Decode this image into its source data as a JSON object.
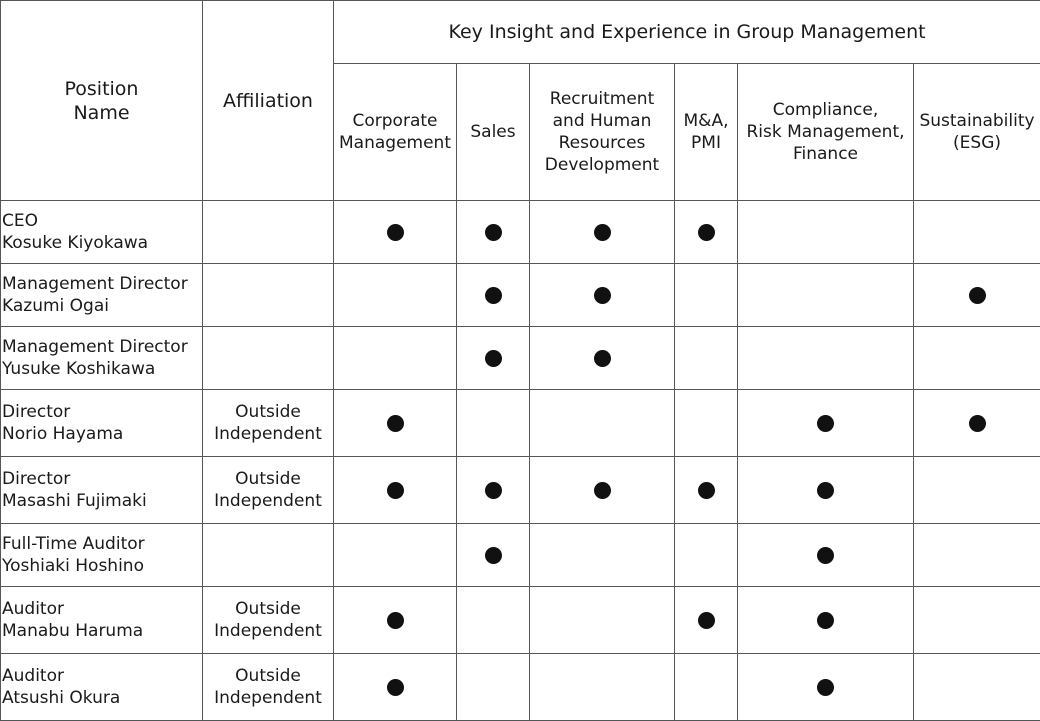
{
  "headers": {
    "position_name": [
      "Position",
      "Name"
    ],
    "affiliation": "Affiliation",
    "group": "Key Insight and Experience in Group Management",
    "columns": [
      {
        "key": "corporate_management",
        "lines": [
          "Corporate",
          "Management"
        ]
      },
      {
        "key": "sales",
        "lines": [
          "Sales"
        ]
      },
      {
        "key": "recruitment",
        "lines": [
          "Recruitment",
          "and Human",
          "Resources",
          "Development"
        ]
      },
      {
        "key": "ma_pmi",
        "lines": [
          "M&A,",
          "PMI"
        ]
      },
      {
        "key": "compliance",
        "lines": [
          "Compliance,",
          "Risk Management,",
          "Finance"
        ]
      },
      {
        "key": "sustainability",
        "lines": [
          "Sustainability",
          "(ESG)"
        ]
      }
    ]
  },
  "rows": [
    {
      "position": "CEO",
      "name": "Kosuke Kiyokawa",
      "affiliation": [
        "",
        ""
      ],
      "marks": [
        true,
        true,
        true,
        true,
        false,
        false
      ]
    },
    {
      "position": "Management Director",
      "name": "Kazumi Ogai",
      "affiliation": [
        "",
        ""
      ],
      "marks": [
        false,
        true,
        true,
        false,
        false,
        true
      ]
    },
    {
      "position": "Management Director",
      "name": "Yusuke Koshikawa",
      "affiliation": [
        "",
        ""
      ],
      "marks": [
        false,
        true,
        true,
        false,
        false,
        false
      ]
    },
    {
      "position": "Director",
      "name": "Norio Hayama",
      "affiliation": [
        "Outside",
        "Independent"
      ],
      "marks": [
        true,
        false,
        false,
        false,
        true,
        true
      ]
    },
    {
      "position": "Director",
      "name": "Masashi Fujimaki",
      "affiliation": [
        "Outside",
        "Independent"
      ],
      "marks": [
        true,
        true,
        true,
        true,
        true,
        false
      ]
    },
    {
      "position": "Full-Time Auditor",
      "name": "Yoshiaki Hoshino",
      "affiliation": [
        "",
        ""
      ],
      "marks": [
        false,
        true,
        false,
        false,
        true,
        false
      ]
    },
    {
      "position": "Auditor",
      "name": "Manabu Haruma",
      "affiliation": [
        "Outside",
        "Independent"
      ],
      "marks": [
        true,
        false,
        false,
        true,
        true,
        false
      ]
    },
    {
      "position": "Auditor",
      "name": "Atsushi Okura",
      "affiliation": [
        "Outside",
        "Independent"
      ],
      "marks": [
        true,
        false,
        false,
        false,
        true,
        false
      ]
    }
  ]
}
